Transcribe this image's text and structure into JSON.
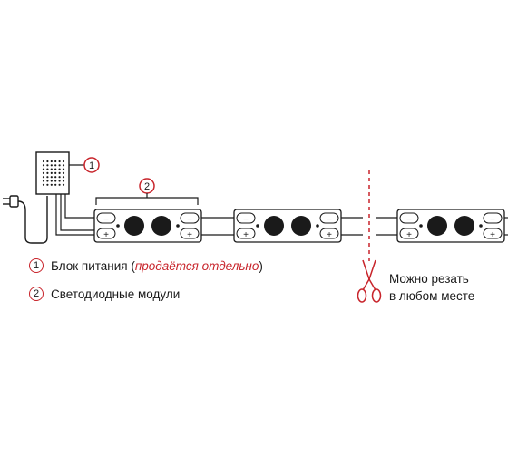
{
  "callouts": {
    "one": "1",
    "two": "2"
  },
  "legend": {
    "item1": {
      "number": "1",
      "label": "Блок питания",
      "note_open": " (",
      "note": "продаётся отдельно",
      "note_close": ")"
    },
    "item2": {
      "number": "2",
      "label": "Светодиодные модули"
    }
  },
  "cut_label": {
    "line1": "Можно резать",
    "line2": "в любом месте"
  },
  "module_signs": {
    "minus": "−",
    "plus": "+"
  },
  "colors": {
    "accent": "#c8242b",
    "line": "#1a1a1a",
    "module_bg": "#ffffff"
  }
}
